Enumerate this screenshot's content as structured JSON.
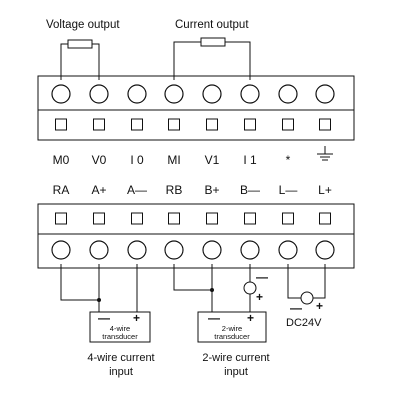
{
  "top_labels": {
    "voltage_output": "Voltage output",
    "current_output": "Current output"
  },
  "top_terminals": [
    "M0",
    "V0",
    "I 0",
    "MI",
    "V1",
    "I 1",
    "*",
    ""
  ],
  "top_terminal_icons": [
    "",
    "",
    "",
    "",
    "",
    "",
    "",
    "ground-icon"
  ],
  "bottom_terminals": [
    "RA",
    "A+",
    "A—",
    "RB",
    "B+",
    "B—",
    "L—",
    "L+"
  ],
  "transducer4": {
    "name_line1": "4-wire",
    "name_line2": "transducer",
    "minus": "—",
    "plus": "+"
  },
  "transducer2": {
    "name_line1": "2-wire",
    "name_line2": "transducer",
    "minus": "—",
    "plus": "+"
  },
  "meter_signs": {
    "minus": "—",
    "plus": "+"
  },
  "supply": {
    "minus": "—",
    "plus": "+",
    "label": "DC24V"
  },
  "captions": {
    "four_wire_line1": "4-wire current",
    "four_wire_line2": "input",
    "two_wire_line1": "2-wire current",
    "two_wire_line2": "input"
  }
}
